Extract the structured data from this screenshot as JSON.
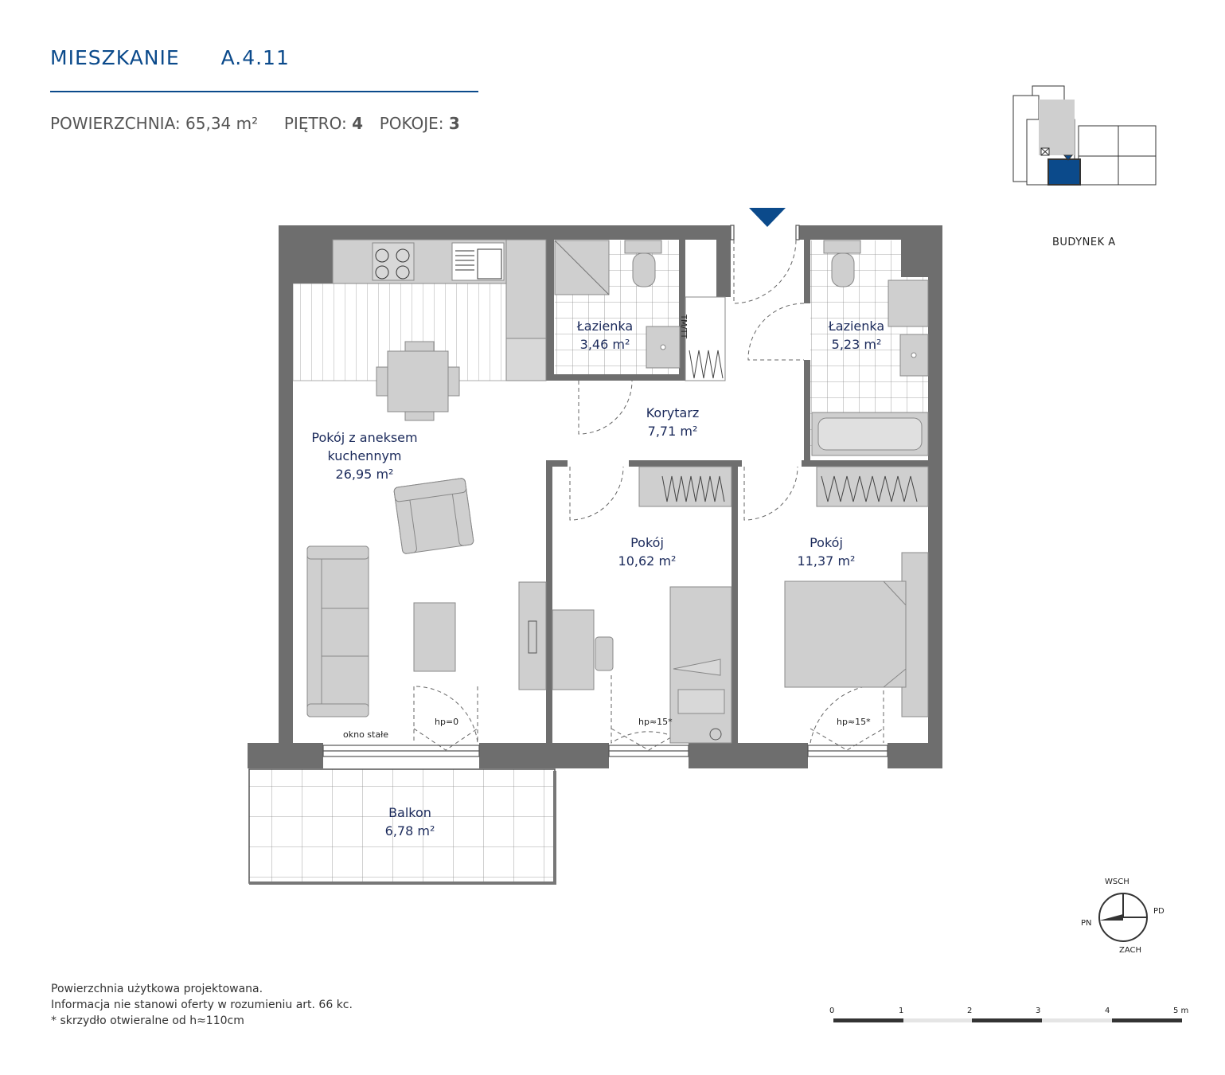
{
  "header": {
    "title_word": "MIESZKANIE",
    "title_code": "A.4.11",
    "area_label": "POWIERZCHNIA:",
    "area_value": "65,34 m²",
    "floor_label": "PIĘTRO:",
    "floor_value": "4",
    "rooms_label": "POKOJE:",
    "rooms_value": "3"
  },
  "rooms": {
    "bath1_name": "Łazienka",
    "bath1_area": "3,46 m²",
    "bath2_name": "Łazienka",
    "bath2_area": "5,23 m²",
    "corridor_name": "Korytarz",
    "corridor_area": "7,71 m²",
    "living_name_1": "Pokój z aneksem",
    "living_name_2": "kuchennym",
    "living_area": "26,95 m²",
    "room1_name": "Pokój",
    "room1_area": "10,62 m²",
    "room2_name": "Pokój",
    "room2_area": "11,37 m²",
    "balcony_name": "Balkon",
    "balcony_area": "6,78 m²"
  },
  "annotations": {
    "fixed_window": "okno stałe",
    "hp_living": "hp=0",
    "hp_room1": "hp≈15*",
    "hp_room2": "hp≈15*",
    "shaft": "TM/TT"
  },
  "building": "BUDYNEK A",
  "compass": {
    "n": "WSCH",
    "e": "PD",
    "s": "ZACH",
    "w": "PN"
  },
  "scale": {
    "ticks": [
      "0",
      "1",
      "2",
      "3",
      "4",
      "5 m"
    ]
  },
  "footer": {
    "line1": "Powierzchnia użytkowa projektowana.",
    "line2": "Informacja nie stanowi oferty w rozumieniu art. 66 kc.",
    "line3": "* skrzydło otwieralne od h≈110cm"
  },
  "colors": {
    "accent": "#0b4a8b",
    "wall": "#6e6e6e",
    "furniture": "#c8c8c8"
  }
}
